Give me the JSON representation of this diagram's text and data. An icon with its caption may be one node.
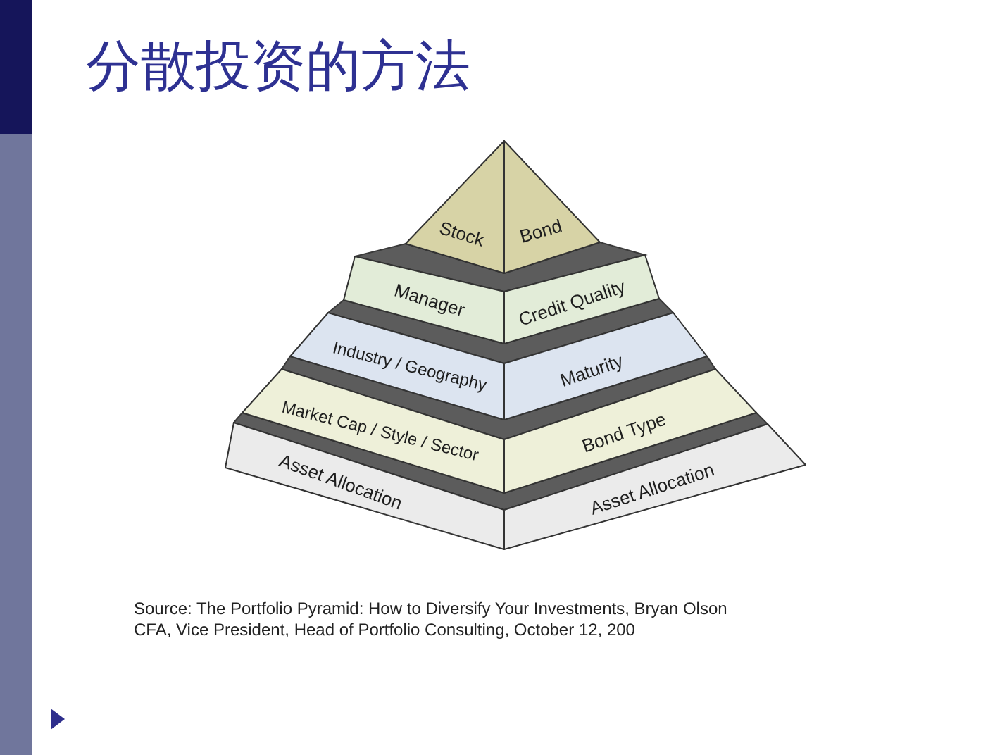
{
  "diagram": {
    "title": "分散投资的方法",
    "caption": "Source: The Portfolio Pyramid: How to Diversify Your Investments, Bryan Olson CFA, Vice President, Head of Portfolio Consulting, October 12, 200",
    "nodes": [
      {
        "text": [
          "Stock"
        ]
      },
      {
        "text": [
          "Bond"
        ]
      },
      {
        "text": [
          "Manager"
        ]
      },
      {
        "text": [
          "Credit Quality"
        ]
      },
      {
        "text": [
          "Industry / Geography"
        ]
      },
      {
        "text": [
          "Maturity"
        ]
      },
      {
        "text": [
          "Market Cap / Style / Sector"
        ]
      },
      {
        "text": [
          "Bond Type"
        ]
      },
      {
        "text": [
          "Asset Allocation"
        ]
      },
      {
        "text": [
          "Asset Allocation"
        ]
      }
    ]
  }
}
